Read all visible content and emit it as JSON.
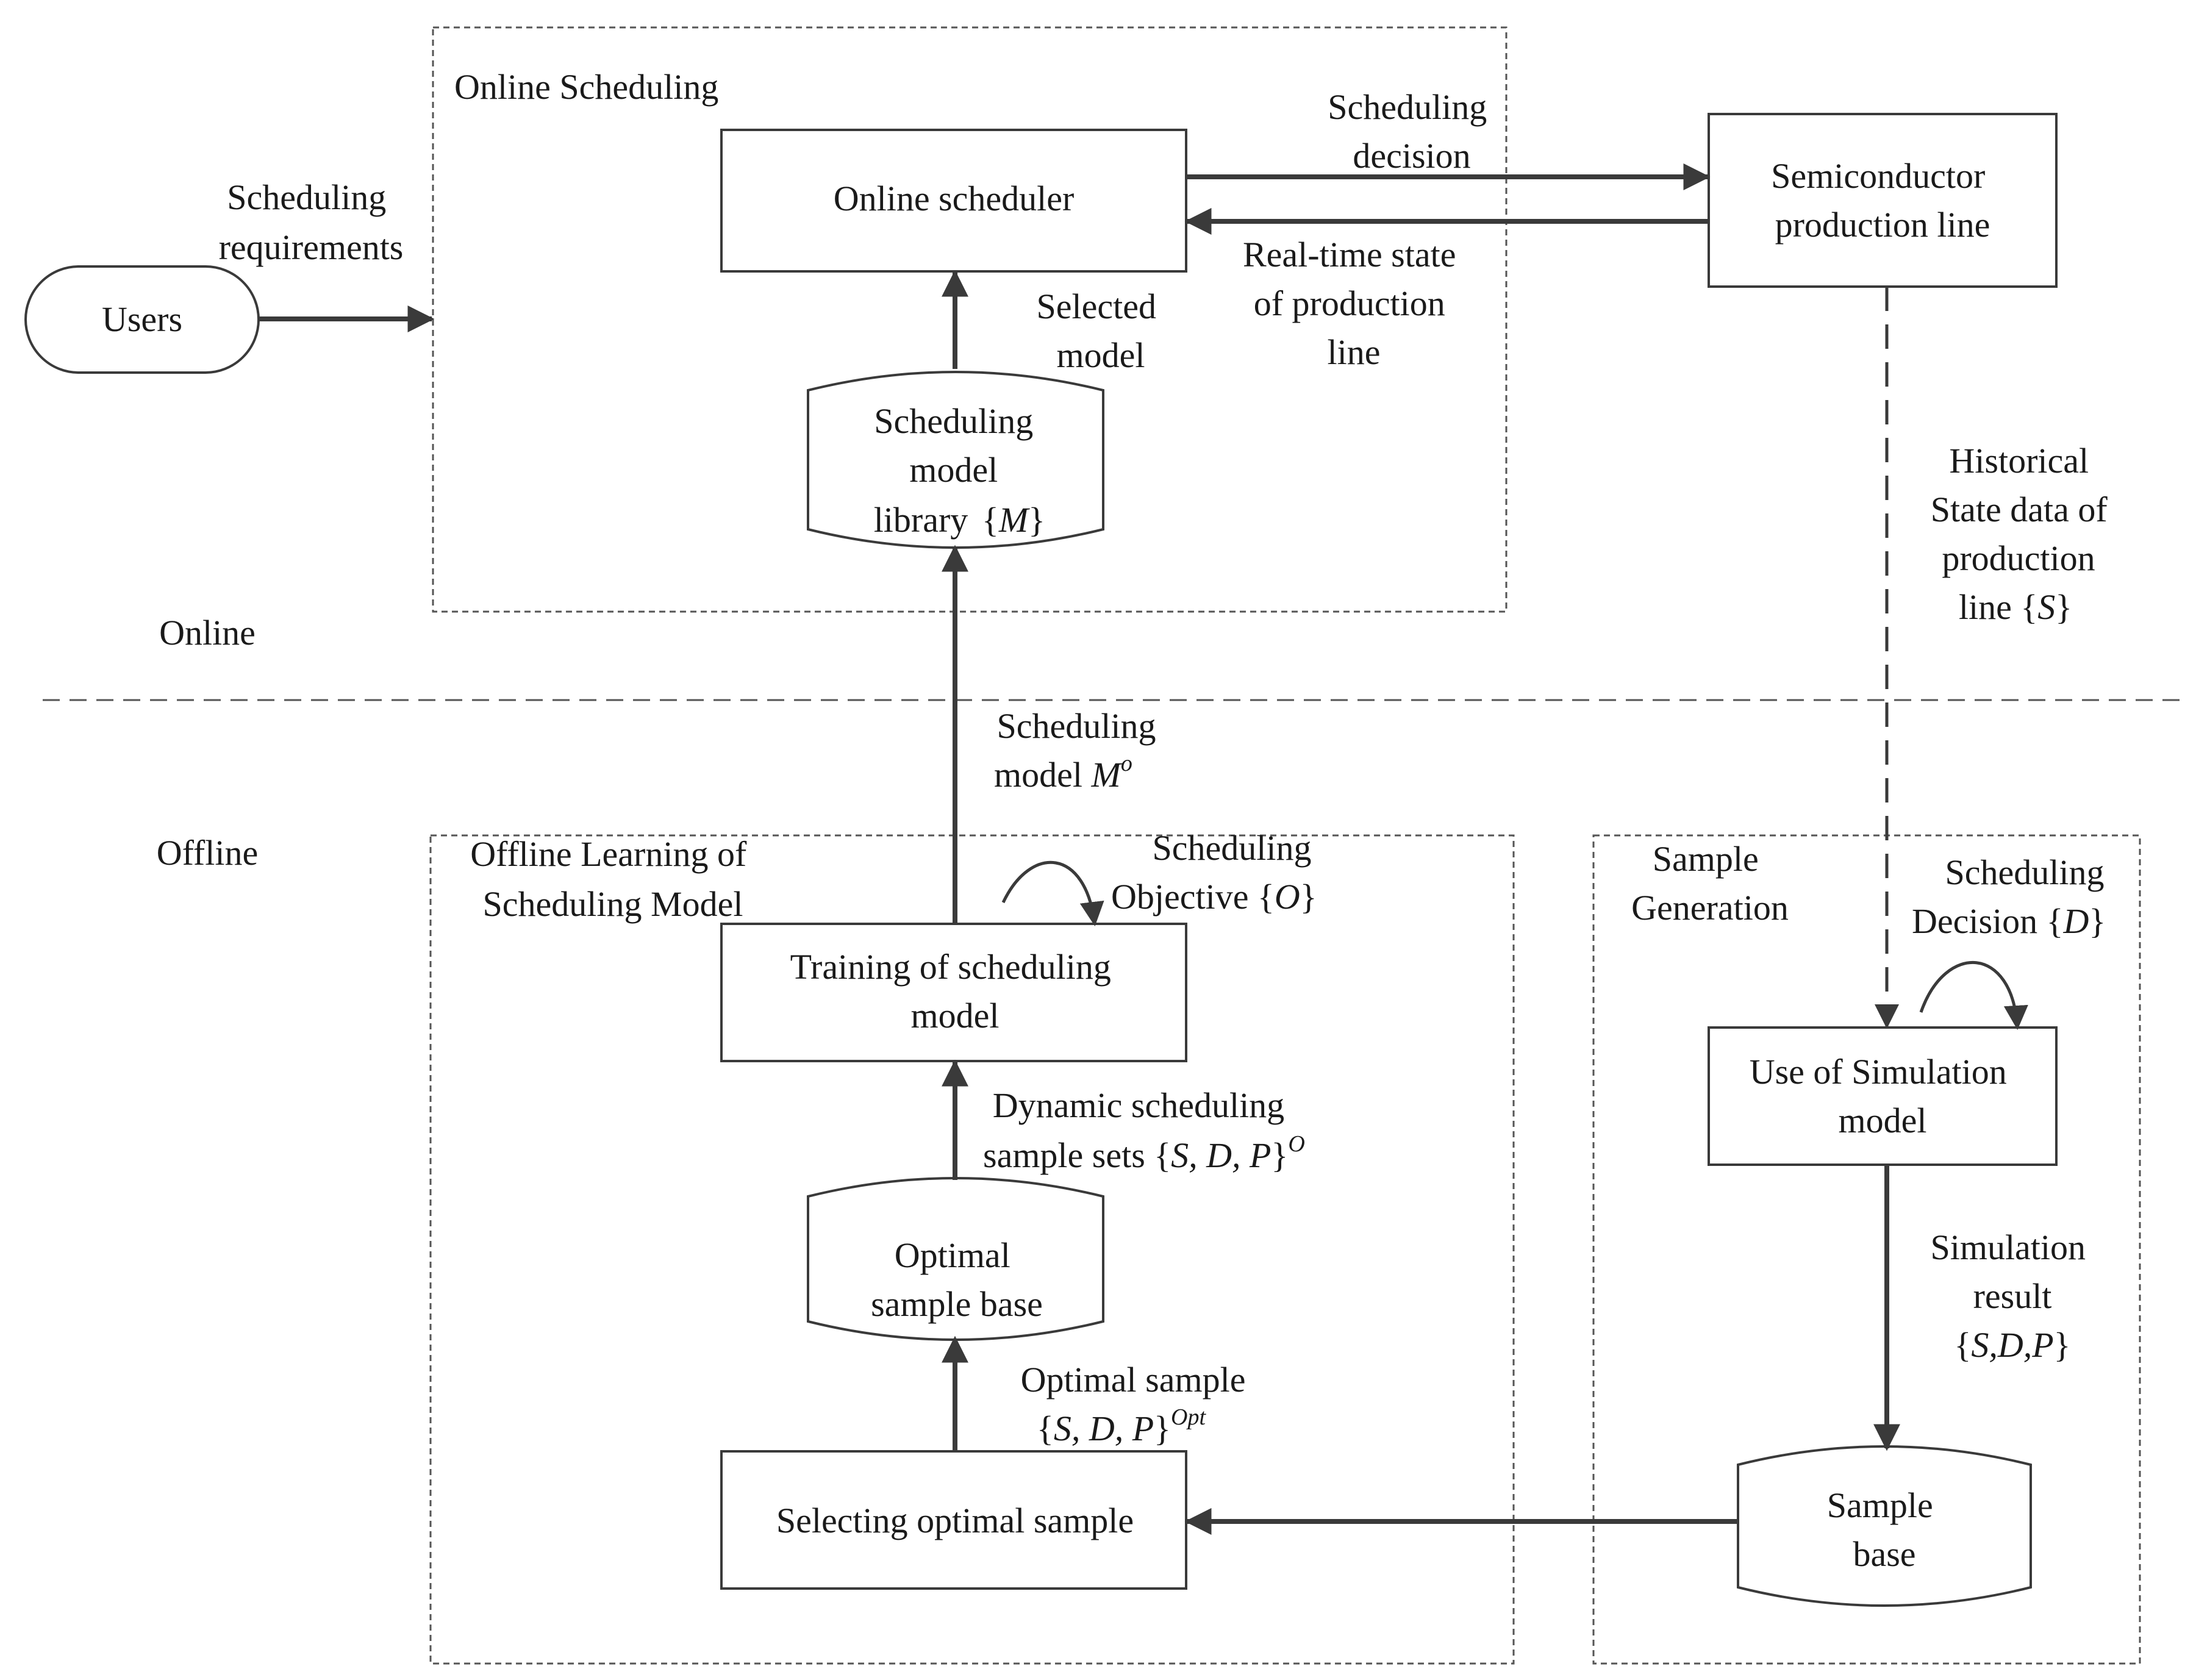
{
  "regions": {
    "online": "Online",
    "offline": "Offline"
  },
  "groups": {
    "online_scheduling": "Online Scheduling",
    "offline_learning": [
      "Offline Learning of",
      "Scheduling Model"
    ],
    "sample_generation": [
      "Sample",
      "Generation"
    ]
  },
  "nodes": {
    "users": "Users",
    "online_scheduler": "Online scheduler",
    "semiconductor_line": [
      "Semiconductor",
      "production line"
    ],
    "model_library": [
      "Scheduling",
      "model",
      "library"
    ],
    "model_library_sym": "M",
    "training": [
      "Training of scheduling",
      "model"
    ],
    "optimal_base": [
      "Optimal",
      "sample base"
    ],
    "selecting": "Selecting optimal sample",
    "simulation": [
      "Use of Simulation",
      "model"
    ],
    "sample_base": [
      "Sample",
      "base"
    ]
  },
  "labels": {
    "requirements": [
      "Scheduling",
      "requirements"
    ],
    "decision": [
      "Scheduling",
      "decision"
    ],
    "realtime": [
      "Real-time  state",
      "of production",
      "line"
    ],
    "selected_model": [
      "Selected",
      "model"
    ],
    "historical": [
      "Historical",
      "State data of",
      "production",
      "line "
    ],
    "historical_sym": "S",
    "scheduling_model": "Scheduling",
    "scheduling_model_2": "model ",
    "scheduling_model_sym": "M",
    "scheduling_model_sup": "o",
    "objective": "Scheduling",
    "objective_2": "Objective ",
    "objective_sym": "O",
    "dyn_sets": "Dynamic scheduling",
    "dyn_sets_2": "sample sets ",
    "dyn_sets_sym": "S, D, P",
    "dyn_sets_sup": "O",
    "opt_sample": "Optimal sample",
    "opt_sample_sym": "S, D, P",
    "opt_sample_sup": "Opt",
    "decision_d": "Scheduling",
    "decision_d_2": "Decision ",
    "decision_d_sym": "D",
    "sim_result": [
      "Simulation",
      "result"
    ],
    "sim_result_sym": "S,D,P"
  }
}
